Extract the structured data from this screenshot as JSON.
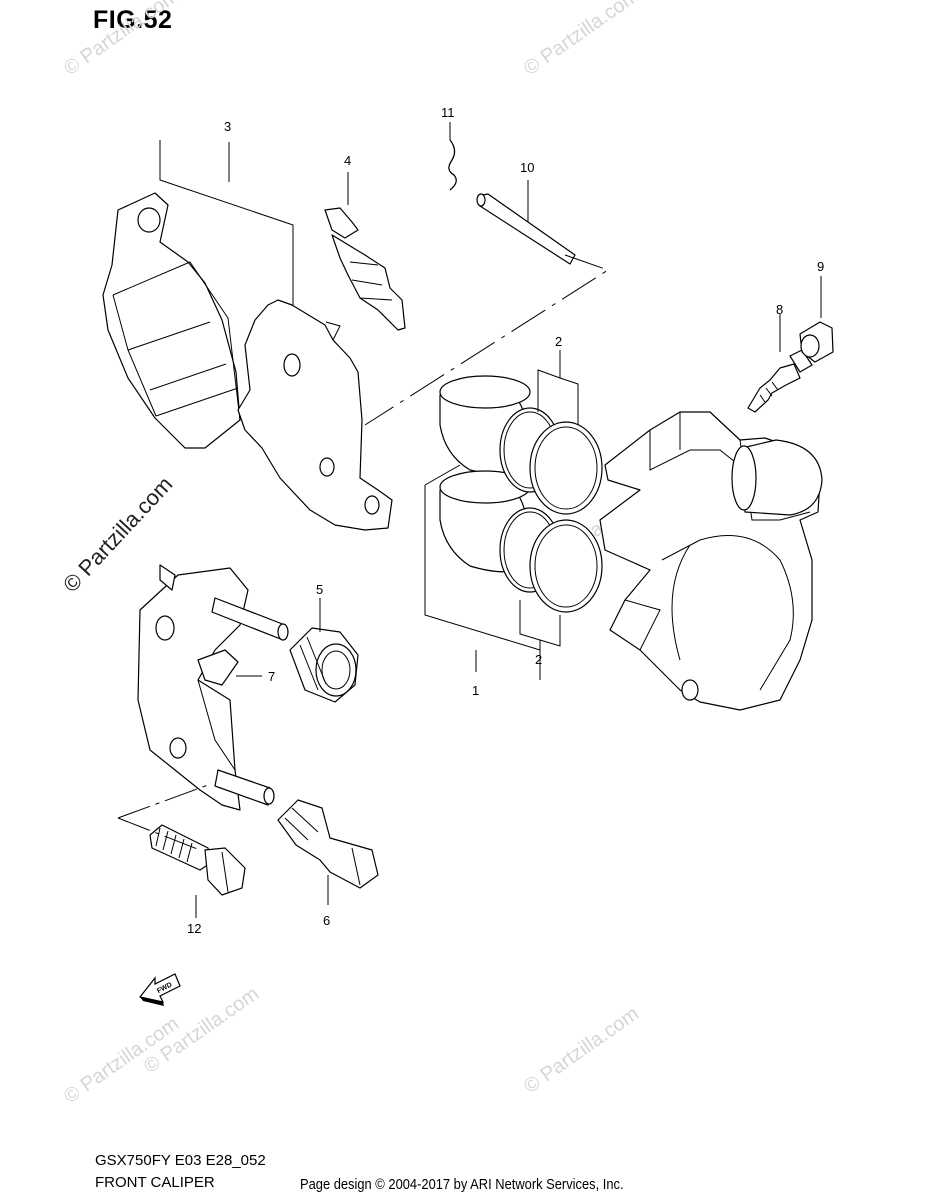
{
  "figure": {
    "title": "FIG.52"
  },
  "callouts": [
    {
      "id": "c3",
      "label": "3"
    },
    {
      "id": "c4",
      "label": "4"
    },
    {
      "id": "c11",
      "label": "11"
    },
    {
      "id": "c10",
      "label": "10"
    },
    {
      "id": "c9",
      "label": "9"
    },
    {
      "id": "c8",
      "label": "8"
    },
    {
      "id": "c2a",
      "label": "2"
    },
    {
      "id": "c2b",
      "label": "2"
    },
    {
      "id": "c1",
      "label": "1"
    },
    {
      "id": "c5",
      "label": "5"
    },
    {
      "id": "c7",
      "label": "7"
    },
    {
      "id": "c12",
      "label": "12"
    },
    {
      "id": "c6",
      "label": "6"
    }
  ],
  "fwd_label": "FWD",
  "watermark": "© Partzilla.com",
  "diagram_code": "GSX750FY E03 E28_052",
  "diagram_caption": "FRONT CALIPER",
  "footer": "Page design © 2004-2017 by ARI Network Services, Inc."
}
